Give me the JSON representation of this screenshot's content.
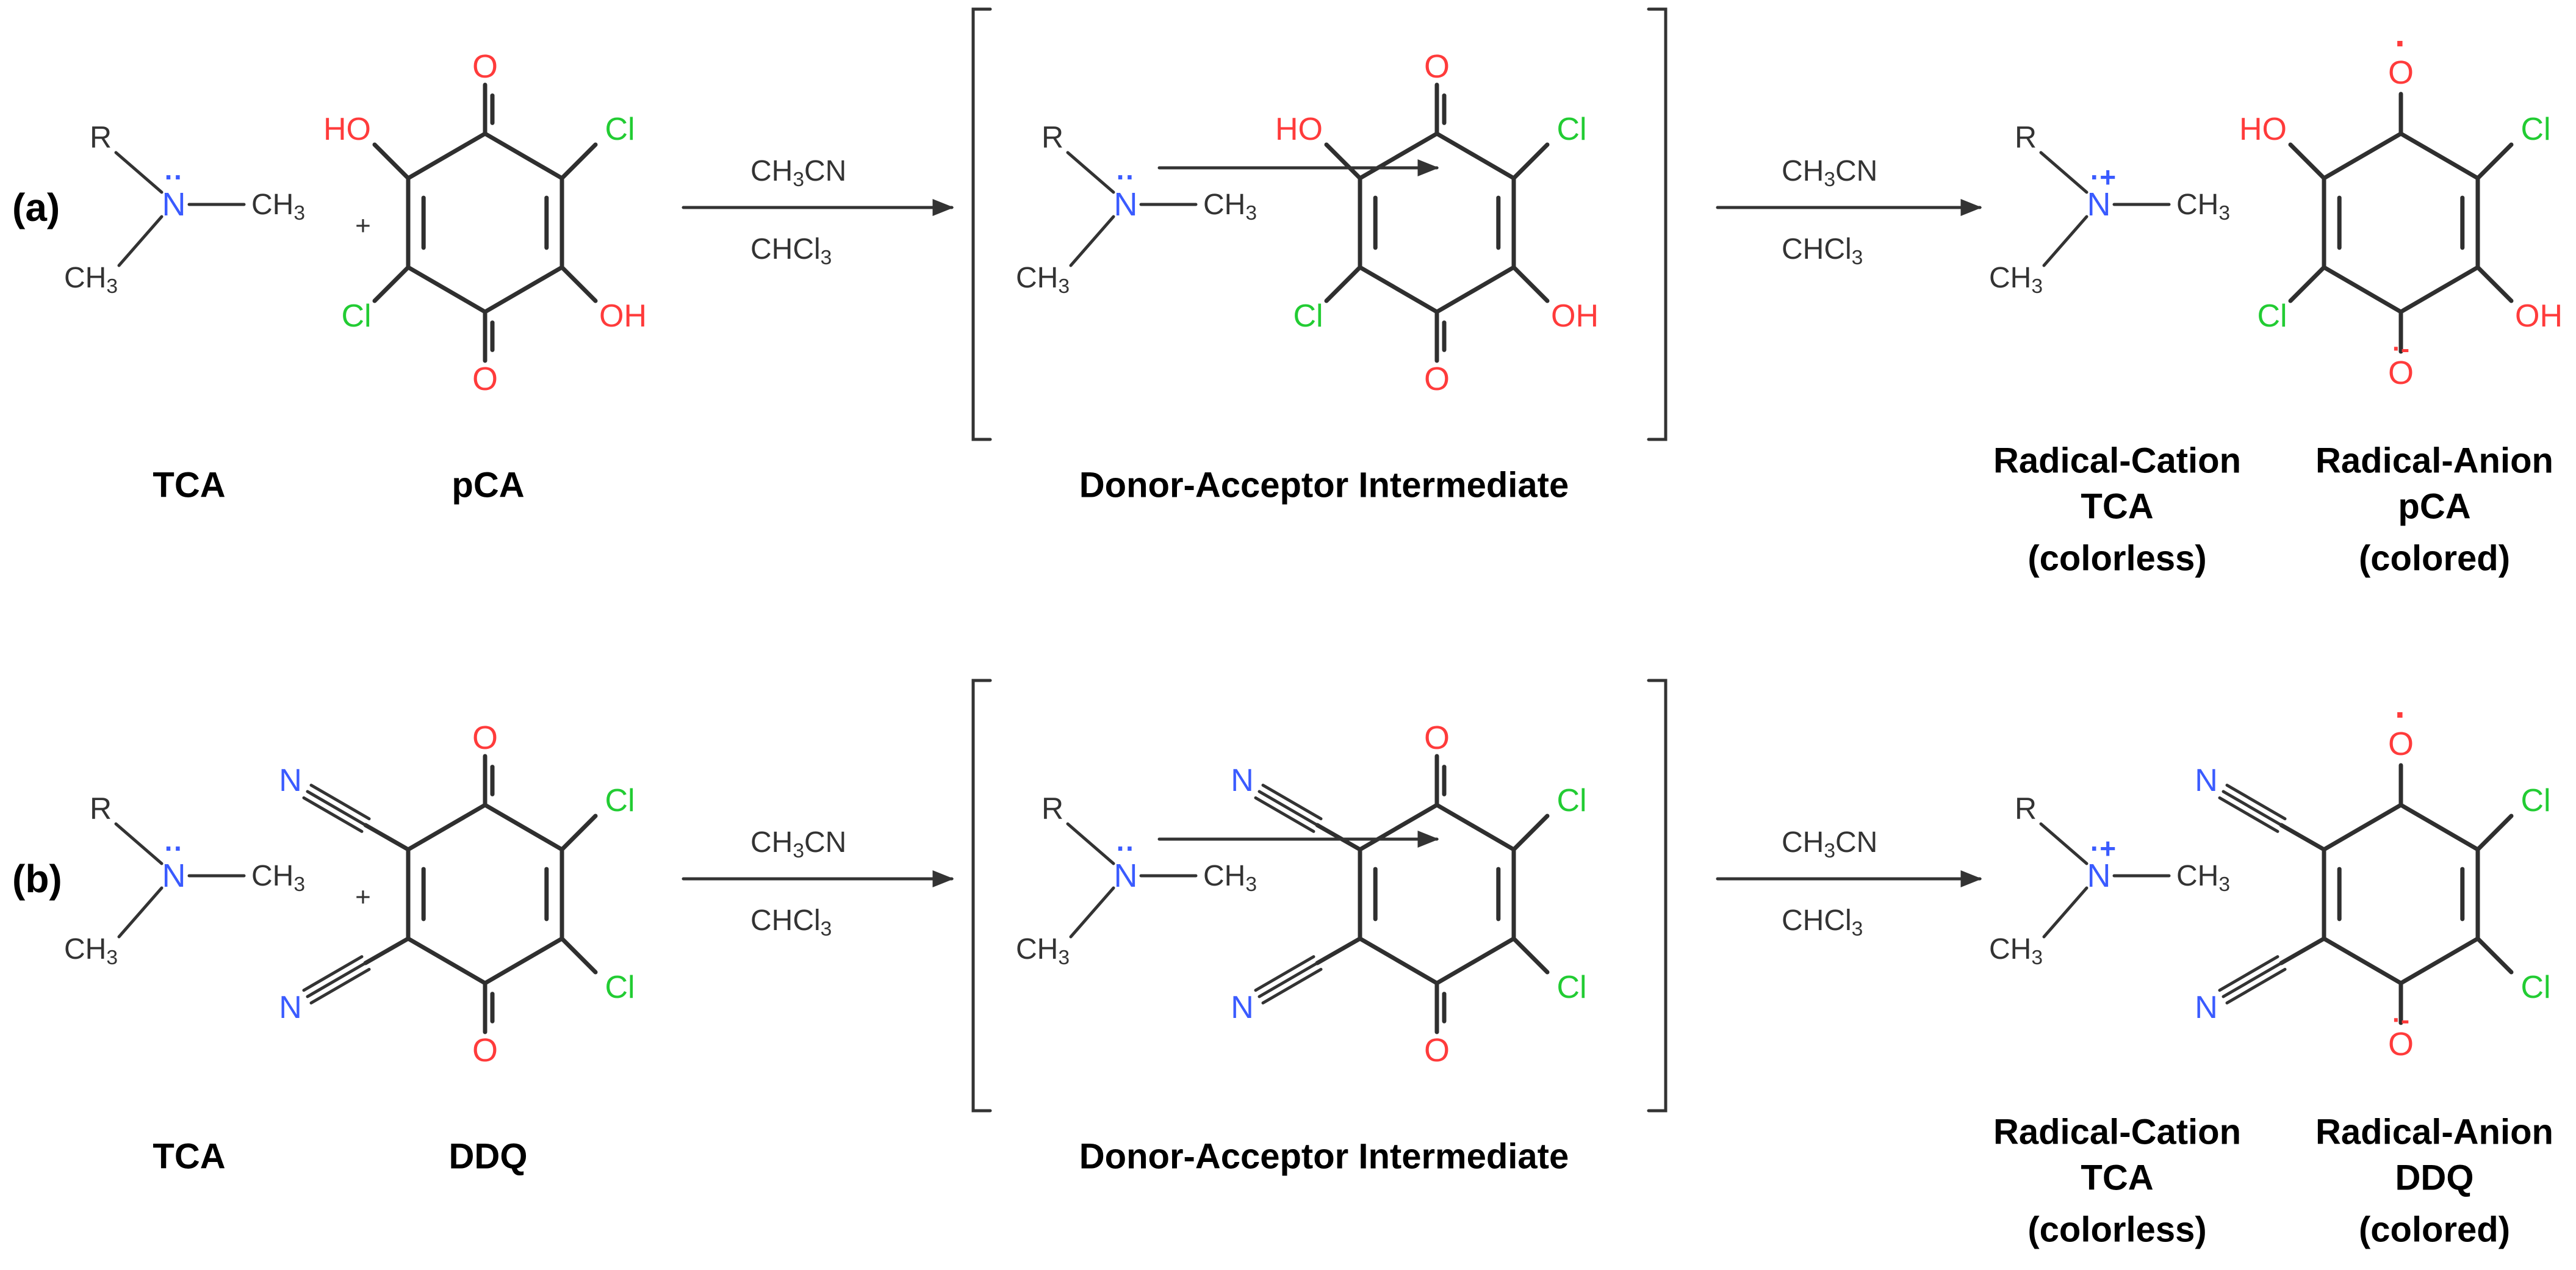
{
  "colors": {
    "bond": "#2f2f2f",
    "oxygen": "#ff3b3b",
    "chlorine": "#22cc33",
    "nitrogen": "#3a5bff",
    "text": "#333333"
  },
  "atoms": {
    "O": "O",
    "HO": "HO",
    "OH": "OH",
    "Cl": "Cl",
    "N": "N",
    "R": "R",
    "CH3": "CH",
    "CH3_sub": "3",
    "plus": "+",
    "lone_pair": "··",
    "radical_cation_mark": "·+",
    "radical_mark": "·",
    "anion_mark": "·-"
  },
  "conditions": {
    "solvent1_main": "CH",
    "solvent1_sub": "3",
    "solvent1_tail": "CN",
    "solvent2_main": "CHCl",
    "solvent2_sub": "3"
  },
  "rows": [
    {
      "label": "(a)",
      "donor": "TCA",
      "acceptor": "pCA",
      "intermediate": "Donor-Acceptor Intermediate",
      "cation": [
        "Radical-Cation",
        "TCA",
        "(colorless)"
      ],
      "anion": [
        "Radical-Anion",
        "pCA",
        "(colored)"
      ]
    },
    {
      "label": "(b)",
      "donor": "TCA",
      "acceptor": "DDQ",
      "intermediate": "Donor-Acceptor Intermediate",
      "cation": [
        "Radical-Cation",
        "TCA",
        "(colorless)"
      ],
      "anion": [
        "Radical-Anion",
        "DDQ",
        "(colored)"
      ]
    }
  ]
}
